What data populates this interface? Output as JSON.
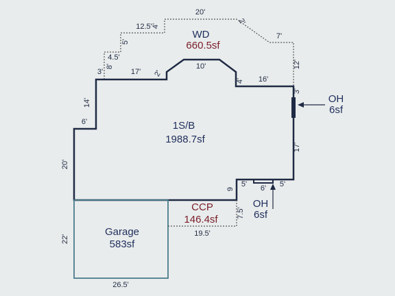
{
  "areas": {
    "wd": {
      "name": "WD",
      "area": "660.5sf"
    },
    "main": {
      "name": "1S/B",
      "area": "1988.7sf"
    },
    "ccp": {
      "name": "CCP",
      "area": "146.4sf"
    },
    "garage": {
      "name": "Garage",
      "area": "583sf"
    },
    "oh_right": {
      "name": "OH",
      "area": "6sf"
    },
    "oh_bottom": {
      "name": "OH",
      "area": "6sf"
    }
  },
  "dims": {
    "wd_top": "20'",
    "wd_12_5": "12.5'",
    "wd_4": "4'",
    "wd_2": "2'",
    "wd_7": "7'",
    "wd_12": "12'",
    "wd_5": "5'",
    "wd_4_5": "4.5'",
    "wd_8": "8'",
    "main_3": "3'",
    "main_17_top": "17'",
    "main_2": "2'",
    "main_10": "10'",
    "main_4": "4'",
    "main_16": "16'",
    "main_3_right": "3'",
    "main_14": "14'",
    "main_6": "6'",
    "main_20": "20'",
    "main_17_right": "17'",
    "main_5_right": "5'",
    "main_6_bottom": "6'",
    "main_5_left": "5'",
    "main_9": "9",
    "ccp_7_5": "7.5'",
    "ccp_19_5": "19.5'",
    "garage_22": "22'",
    "garage_26_5": "26.5'"
  },
  "colors": {
    "main_outline": "#1f2a44",
    "garage_outline": "#4a7c8c",
    "deck_line": "#555555",
    "accent_red": "#7a1d2a"
  }
}
